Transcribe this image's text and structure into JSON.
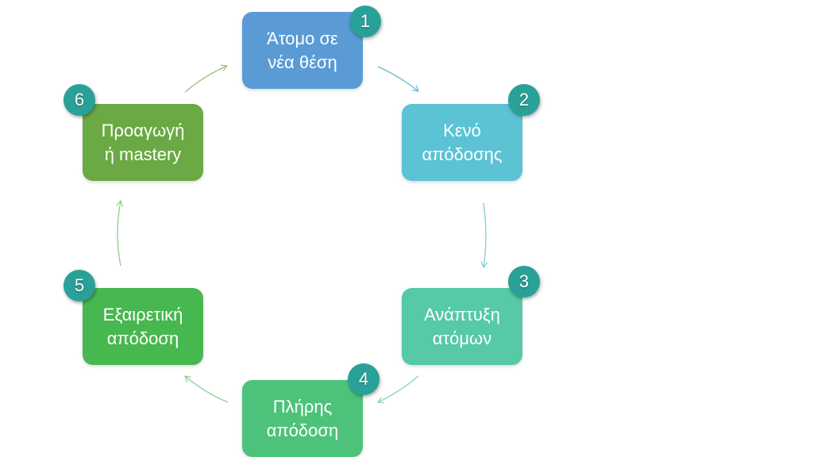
{
  "diagram": {
    "steps": [
      {
        "number": "1",
        "label_lines": [
          "Άτομο σε",
          "νέα θέση"
        ],
        "color": "#5b9bd5"
      },
      {
        "number": "2",
        "label_lines": [
          "Κενό",
          "απόδοσης"
        ],
        "color": "#5bc3d3"
      },
      {
        "number": "3",
        "label_lines": [
          "Ανάπτυξη",
          "ατόμων"
        ],
        "color": "#56c9a6"
      },
      {
        "number": "4",
        "label_lines": [
          "Πλήρης",
          "απόδοση"
        ],
        "color": "#4dc27a"
      },
      {
        "number": "5",
        "label_lines": [
          "Εξαιρετική",
          "απόδοση"
        ],
        "color": "#47b84f"
      },
      {
        "number": "6",
        "label_lines": [
          "Προαγωγή",
          "ή mastery"
        ],
        "color": "#6aa944"
      }
    ],
    "badge_color": "#2aa198",
    "arrow_colors": [
      "#6fb3d9",
      "#7fcbd6",
      "#7fd3b5",
      "#86cf95",
      "#8fcf8a",
      "#93c47a"
    ]
  }
}
